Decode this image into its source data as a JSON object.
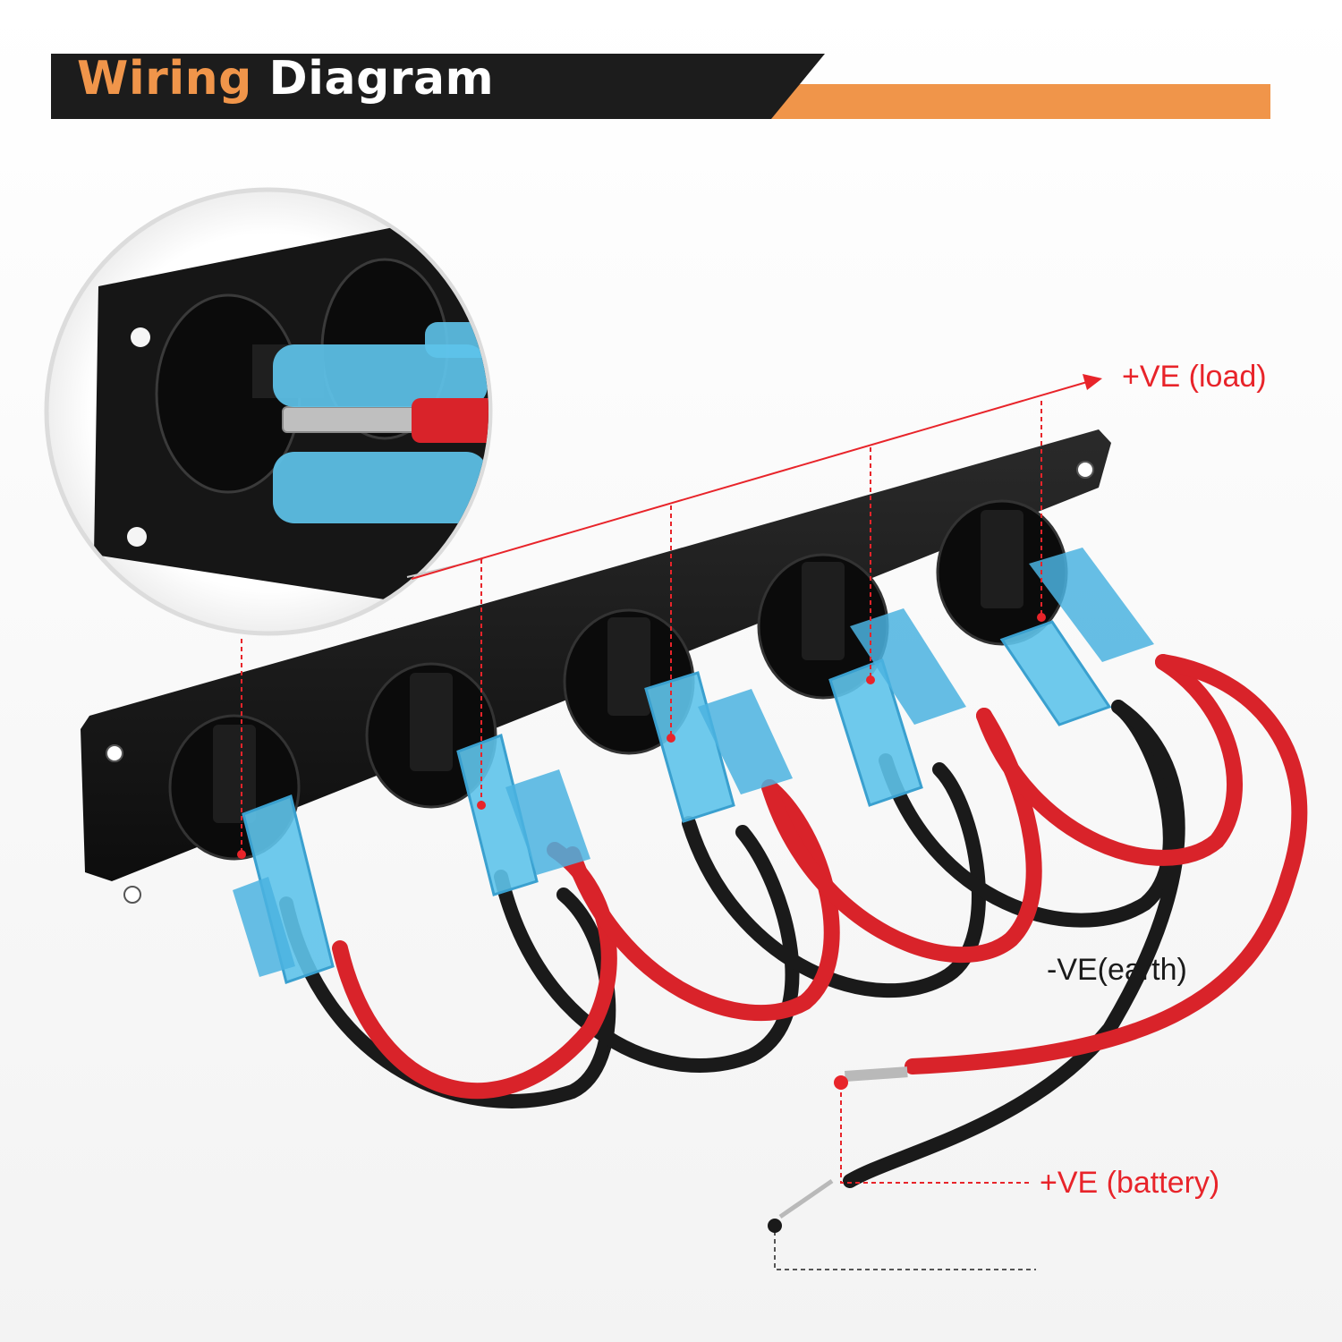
{
  "header": {
    "title_accent": "Wiring",
    "title_main": "Diagram",
    "accent_color": "#f0954a",
    "bar_color": "#1c1c1c"
  },
  "labels": {
    "load": "+VE (load)",
    "battery": "+VE (battery)",
    "earth": "-VE(earth)"
  },
  "colors": {
    "positive": "#e8242a",
    "negative": "#1a1a1a",
    "insulator": "#5ec3ea",
    "panel": "#141414"
  },
  "switch_count": 5
}
